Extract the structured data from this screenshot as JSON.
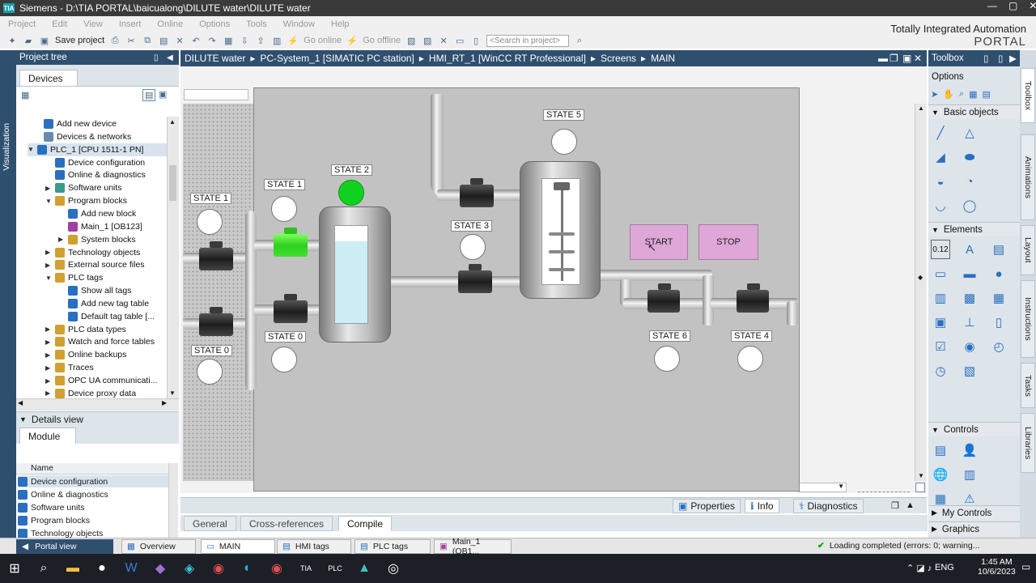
{
  "window": {
    "title": "Siemens - D:\\TIA PORTAL\\baicualong\\DILUTE water\\DILUTE water",
    "logo": "TIA"
  },
  "menu": [
    "Project",
    "Edit",
    "View",
    "Insert",
    "Online",
    "Options",
    "Tools",
    "Window",
    "Help"
  ],
  "toolbar": {
    "save_label": "Save project",
    "go_online": "Go online",
    "go_offline": "Go offline",
    "search_placeholder": "<Search in project>"
  },
  "brand": {
    "line1": "Totally Integrated Automation",
    "line2": "PORTAL"
  },
  "left_vtab": "Visualization",
  "project_tree": {
    "title": "Project tree",
    "tab": "Devices",
    "items": [
      {
        "label": "Add new device",
        "indent": 0,
        "arrow": ""
      },
      {
        "label": "Devices & networks",
        "indent": 0,
        "arrow": ""
      },
      {
        "label": "PLC_1 [CPU 1511-1 PN]",
        "indent": 0,
        "arrow": "▼"
      },
      {
        "label": "Device configuration",
        "indent": 1,
        "arrow": ""
      },
      {
        "label": "Online & diagnostics",
        "indent": 1,
        "arrow": ""
      },
      {
        "label": "Software units",
        "indent": 1,
        "arrow": "▶"
      },
      {
        "label": "Program blocks",
        "indent": 1,
        "arrow": "▼"
      },
      {
        "label": "Add new block",
        "indent": 2,
        "arrow": ""
      },
      {
        "label": "Main_1 [OB123]",
        "indent": 2,
        "arrow": ""
      },
      {
        "label": "System blocks",
        "indent": 2,
        "arrow": "▶"
      },
      {
        "label": "Technology objects",
        "indent": 1,
        "arrow": "▶"
      },
      {
        "label": "External source files",
        "indent": 1,
        "arrow": "▶"
      },
      {
        "label": "PLC tags",
        "indent": 1,
        "arrow": "▼"
      },
      {
        "label": "Show all tags",
        "indent": 2,
        "arrow": ""
      },
      {
        "label": "Add new tag table",
        "indent": 2,
        "arrow": ""
      },
      {
        "label": "Default tag table [...",
        "indent": 2,
        "arrow": ""
      },
      {
        "label": "PLC data types",
        "indent": 1,
        "arrow": "▶"
      },
      {
        "label": "Watch and force tables",
        "indent": 1,
        "arrow": "▶"
      },
      {
        "label": "Online backups",
        "indent": 1,
        "arrow": "▶"
      },
      {
        "label": "Traces",
        "indent": 1,
        "arrow": "▶"
      },
      {
        "label": "OPC UA communicati...",
        "indent": 1,
        "arrow": "▶"
      },
      {
        "label": "Device proxy data",
        "indent": 1,
        "arrow": "▶"
      }
    ]
  },
  "details_view": {
    "title": "Details view",
    "tab": "Module",
    "column": "Name",
    "rows": [
      "Device configuration",
      "Online & diagnostics",
      "Software units",
      "Program blocks",
      "Technology objects"
    ]
  },
  "breadcrumb": [
    "DILUTE water",
    "PC-System_1 [SIMATIC PC station]",
    "HMI_RT_1 [WinCC RT Professional]",
    "Screens",
    "MAIN"
  ],
  "breadcrumb_sep": "▸",
  "hmi": {
    "labels": {
      "s0": "STATE 0",
      "s1": "STATE 1",
      "s2": "STATE 2",
      "s3": "STATE 3",
      "s4": "STATE 4",
      "s5": "STATE 5",
      "s6": "STATE 6"
    },
    "state2_on": true,
    "buttons": {
      "start": "START",
      "stop": "STOP"
    },
    "colors": {
      "lamp_on": "#10d020",
      "button": "#dea7d8",
      "valve_active": "#30d020"
    }
  },
  "bottom_tabs": {
    "general": "General",
    "cross_ref": "Cross-references",
    "compile": "Compile"
  },
  "inspector_tabs": {
    "properties": "Properties",
    "info": "Info",
    "diagnostics": "Diagnostics"
  },
  "toolbox": {
    "title": "Toolbox",
    "options": "Options",
    "basic_objects": "Basic objects",
    "elements": "Elements",
    "controls": "Controls",
    "my_controls": "My Controls",
    "graphics": "Graphics"
  },
  "right_vtabs": [
    "Toolbox",
    "Animations",
    "Layout",
    "Instructions",
    "Tasks",
    "Libraries"
  ],
  "status_bar": {
    "portal_view": "Portal view",
    "tabs": [
      "Overview",
      "MAIN",
      "HMI tags",
      "PLC tags",
      "Main_1 (OB1..."
    ],
    "message": "Loading completed (errors: 0; warning..."
  },
  "taskbar": {
    "time": "1:45 AM",
    "date": "10/6/2023",
    "lang": "ENG"
  }
}
